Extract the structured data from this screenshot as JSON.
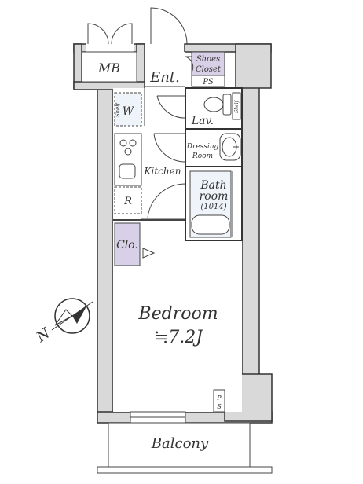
{
  "colors": {
    "wall": "#d9d9d9",
    "wall_stroke": "#333333",
    "floor": "#ffffff",
    "closet_fill": "#d7d0e6",
    "bath_fill": "#eef4fa",
    "line": "#444444"
  },
  "rooms": {
    "mb": "MB",
    "entrance": "Ent.",
    "shoes_closet_line1": "Shoes",
    "shoes_closet_line2": "Closet",
    "ps_top": "PS",
    "washer": "W",
    "shelf_left": "Shelf",
    "lavatory": "Lav.",
    "shelf_right": "Shelf",
    "dressing_line1": "Dressing",
    "dressing_line2": "Room",
    "kitchen": "Kitchen",
    "bath_line1": "Bath",
    "bath_line2": "room",
    "bath_size": "(1014)",
    "refrigerator": "R",
    "closet": "Clo.",
    "bedroom": "Bedroom",
    "bedroom_size": "≒7.2J",
    "ps_bottom_line1": "P",
    "ps_bottom_line2": "S",
    "balcony": "Balcony",
    "compass_letter": "N"
  },
  "icons": {
    "compass": "north-arrow-icon",
    "sink": "sink-icon",
    "toilet": "toilet-icon",
    "bathtub": "bathtub-icon",
    "stove": "stove-icon"
  }
}
